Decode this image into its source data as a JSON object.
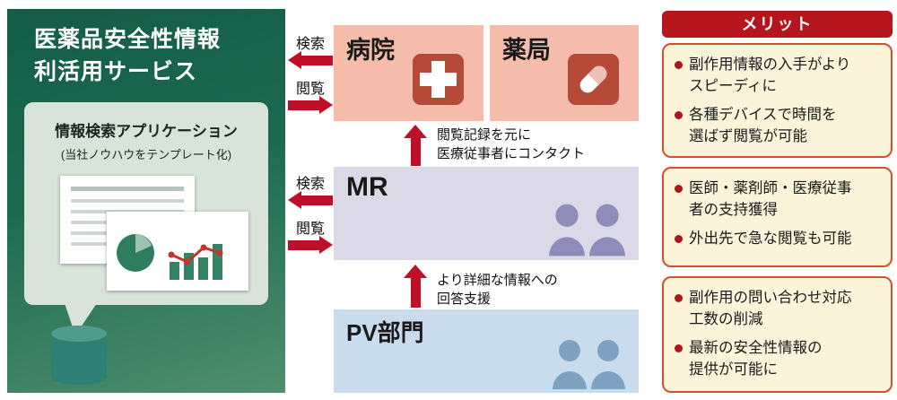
{
  "service": {
    "title_line1": "医薬品安全性情報",
    "title_line2": "利活用サービス",
    "app_title": "情報検索アプリケーション",
    "app_subtitle": "(当社ノウハウをテンプレート化)"
  },
  "entities": {
    "hospital": "病院",
    "pharmacy": "薬局",
    "mr": "MR",
    "pv": "PV部門"
  },
  "flows": {
    "top_search": "検索",
    "top_browse": "閲覧",
    "mid_search": "検索",
    "mid_browse": "閲覧"
  },
  "annotations": {
    "contact": "閲覧記録を元に\n医療従事者にコンタクト",
    "support": "より詳細な情報への\n回答支援"
  },
  "merits": {
    "header": "メリット",
    "groups": [
      {
        "items": [
          "副作用情報の入手がより\nスピーディに",
          "各種デバイスで時間を\n選ばず閲覧が可能"
        ]
      },
      {
        "items": [
          "医師・薬剤師・医療従事\n者の支持獲得",
          "外出先で急な閲覧も可能"
        ]
      },
      {
        "items": [
          "副作用の問い合わせ対応\n工数の削減",
          "最新の安全性情報の\n提供が可能に"
        ]
      }
    ]
  },
  "icons": {
    "hospital": "cross-icon",
    "pharmacy": "pill-icon",
    "mr": "people-icon",
    "pv": "people-icon",
    "service": "database-icon"
  },
  "colors": {
    "arrow_red": "#c10e28",
    "panel_green": "#1c6b51",
    "bubble_sage": "#d8e3da",
    "entity_salmon": "#f5bcab",
    "entity_lavender": "#dbd8e7",
    "entity_blue": "#c9dcee",
    "icon_brick": "#b64a39",
    "merit_header_red": "#b5161d",
    "merit_border_orange": "#d4502a",
    "merit_cream": "#fcf4da"
  }
}
